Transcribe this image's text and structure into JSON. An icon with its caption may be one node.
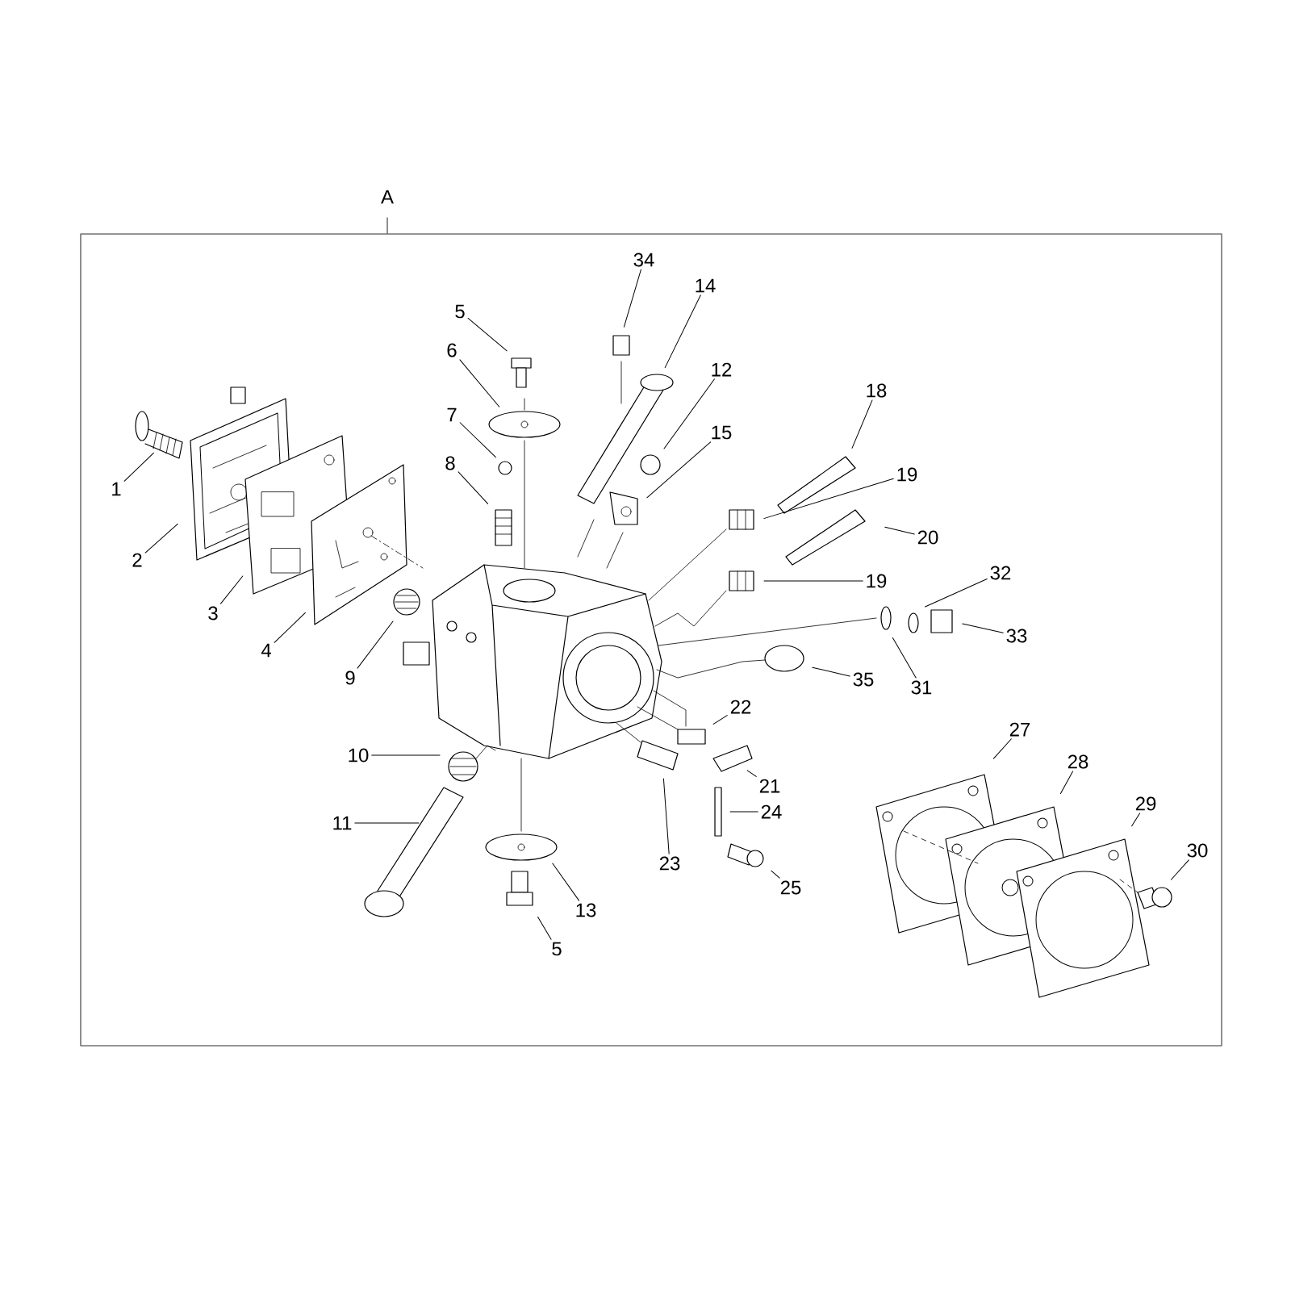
{
  "diagram": {
    "nodes": [
      {
        "text": [
          "34"
        ]
      },
      {
        "text": [
          "5"
        ]
      },
      {
        "text": [
          "14"
        ]
      },
      {
        "text": [
          "6"
        ]
      },
      {
        "text": [
          "12"
        ]
      },
      {
        "text": [
          "18"
        ]
      },
      {
        "text": [
          "7"
        ]
      },
      {
        "text": [
          "15"
        ]
      },
      {
        "text": [
          "8"
        ]
      },
      {
        "text": [
          "19"
        ]
      },
      {
        "text": [
          "1"
        ]
      },
      {
        "text": [
          "2"
        ]
      },
      {
        "text": [
          "20"
        ]
      },
      {
        "text": [
          "32"
        ]
      },
      {
        "text": [
          "3"
        ]
      },
      {
        "text": [
          "19"
        ]
      },
      {
        "text": [
          "4"
        ]
      },
      {
        "text": [
          "33"
        ]
      },
      {
        "text": [
          "9"
        ]
      },
      {
        "text": [
          "35"
        ]
      },
      {
        "text": [
          "31"
        ]
      },
      {
        "text": [
          "22"
        ]
      },
      {
        "text": [
          "27"
        ]
      },
      {
        "text": [
          "10"
        ]
      },
      {
        "text": [
          "28"
        ]
      },
      {
        "text": [
          "21"
        ]
      },
      {
        "text": [
          "29"
        ]
      },
      {
        "text": [
          "24"
        ]
      },
      {
        "text": [
          "11"
        ]
      },
      {
        "text": [
          "30"
        ]
      },
      {
        "text": [
          "23"
        ]
      },
      {
        "text": [
          "25"
        ]
      },
      {
        "text": [
          "13"
        ]
      },
      {
        "text": [
          "5"
        ]
      }
    ],
    "edges": [
      {
        "from": 0,
        "to": null,
        "arrow": "none"
      },
      {
        "from": 1,
        "to": null,
        "arrow": "none"
      },
      {
        "from": 2,
        "to": null,
        "arrow": "none"
      },
      {
        "from": 3,
        "to": null,
        "arrow": "none"
      },
      {
        "from": 4,
        "to": null,
        "arrow": "none"
      },
      {
        "from": 5,
        "to": null,
        "arrow": "none"
      },
      {
        "from": 6,
        "to": null,
        "arrow": "none"
      },
      {
        "from": 7,
        "to": null,
        "arrow": "none"
      },
      {
        "from": 8,
        "to": null,
        "arrow": "none"
      },
      {
        "from": 9,
        "to": null,
        "arrow": "none"
      },
      {
        "from": 10,
        "to": null,
        "arrow": "none"
      },
      {
        "from": 11,
        "to": null,
        "arrow": "none"
      },
      {
        "from": 12,
        "to": null,
        "arrow": "none"
      },
      {
        "from": 13,
        "to": null,
        "arrow": "none"
      },
      {
        "from": 14,
        "to": null,
        "arrow": "none"
      },
      {
        "from": 15,
        "to": null,
        "arrow": "none"
      },
      {
        "from": 16,
        "to": null,
        "arrow": "none"
      },
      {
        "from": 17,
        "to": null,
        "arrow": "none"
      },
      {
        "from": 18,
        "to": null,
        "arrow": "none"
      },
      {
        "from": 19,
        "to": null,
        "arrow": "none"
      },
      {
        "from": 20,
        "to": null,
        "arrow": "none"
      },
      {
        "from": 21,
        "to": null,
        "arrow": "none"
      },
      {
        "from": 22,
        "to": null,
        "arrow": "none"
      },
      {
        "from": 23,
        "to": null,
        "arrow": "none"
      },
      {
        "from": 24,
        "to": null,
        "arrow": "none"
      },
      {
        "from": 25,
        "to": null,
        "arrow": "none"
      },
      {
        "from": 26,
        "to": null,
        "arrow": "none"
      },
      {
        "from": 27,
        "to": null,
        "arrow": "none"
      },
      {
        "from": 28,
        "to": null,
        "arrow": "none"
      },
      {
        "from": 29,
        "to": null,
        "arrow": "none"
      },
      {
        "from": 30,
        "to": null,
        "arrow": "none"
      },
      {
        "from": 31,
        "to": null,
        "arrow": "none"
      },
      {
        "from": 32,
        "to": null,
        "arrow": "none"
      },
      {
        "from": 33,
        "to": null,
        "arrow": "none"
      }
    ],
    "labels": [
      "A"
    ]
  }
}
